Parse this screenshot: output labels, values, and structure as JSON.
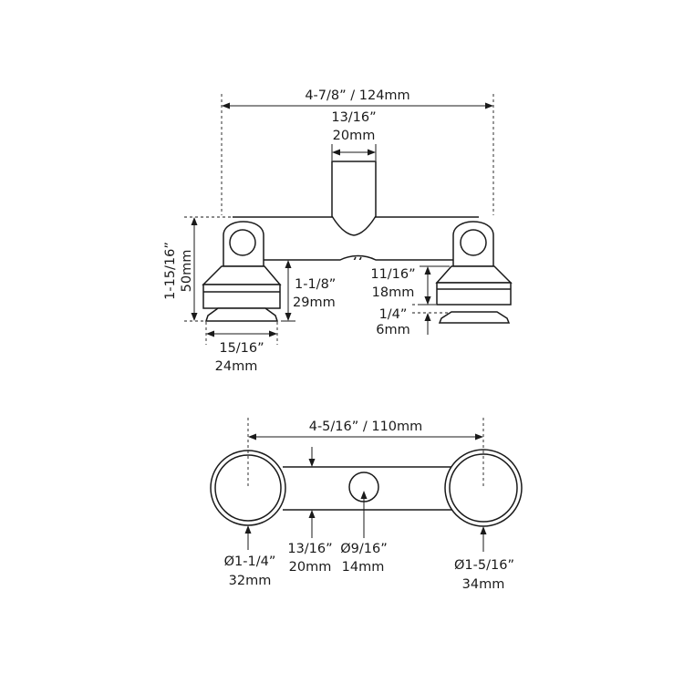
{
  "side_view": {
    "overall_width": "4-7/8” / 124mm",
    "post_width_in": "13/16”",
    "post_width_mm": "20mm",
    "total_height_in": "1-15/16”",
    "total_height_mm": "50mm",
    "base_height_in": "1-1/8”",
    "base_height_mm": "29mm",
    "flange_height_in": "11/16”",
    "flange_height_mm": "18mm",
    "gap_in": "1/4”",
    "gap_mm": "6mm",
    "base_width_in": "15/16”",
    "base_width_mm": "24mm"
  },
  "top_view": {
    "center_distance": "4-5/16” / 110mm",
    "left_dia_in": "Ø1-1/4”",
    "left_dia_mm": "32mm",
    "bar_width_in": "13/16”",
    "bar_width_mm": "20mm",
    "hole_dia_in": "Ø9/16”",
    "hole_dia_mm": "14mm",
    "right_dia_in": "Ø1-5/16”",
    "right_dia_mm": "34mm"
  },
  "colors": {
    "line": "#1a1a1a",
    "background": "#ffffff"
  }
}
